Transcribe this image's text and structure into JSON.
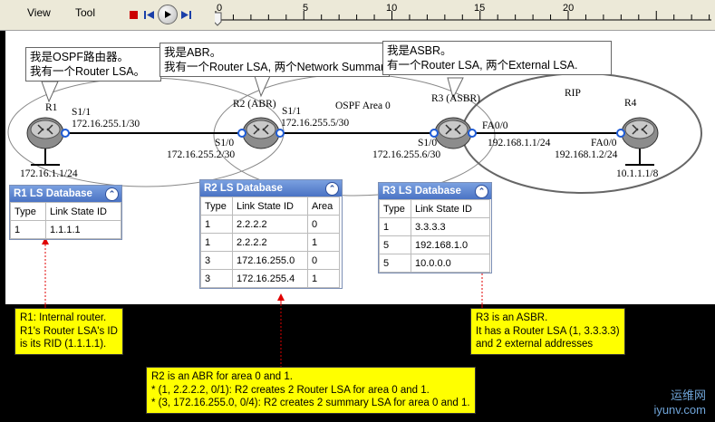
{
  "menu": {
    "view_label": "View",
    "tool_label": "Tool"
  },
  "timeline": {
    "ticks": [
      "0",
      "5",
      "10",
      "15",
      "20"
    ]
  },
  "bubbles": {
    "r1": {
      "line1": "我是OSPF路由器。",
      "line2": "我有一个Router LSA。"
    },
    "r2": {
      "line1": "我是ABR。",
      "line2": "我有一个Router LSA, 两个Network Summary LSA"
    },
    "r3": {
      "line1": "我是ASBR。",
      "line2": "有一个Router LSA, 两个External LSA."
    }
  },
  "routers": {
    "r1": "R1",
    "r2": "R2 (ABR)",
    "r3": "R3 (ASBR)",
    "r4": "R4"
  },
  "areas": {
    "ospf": "OSPF Area 0",
    "rip": "RIP"
  },
  "interfaces": {
    "r1_s11": "S1/1",
    "r1_ip": "172.16.255.1/30",
    "r2_s11": "S1/1",
    "r2_s11_ip": "172.16.255.5/30",
    "r2_s10": "S1/0",
    "r2_s10_ip": "172.16.255.2/30",
    "r3_s10": "S1/0",
    "r3_s10_ip": "172.16.255.6/30",
    "r3_fa": "FA0/0",
    "r3_fa_ip": "192.168.1.1/24",
    "r4_fa": "FA0/0",
    "r4_fa_ip": "192.168.1.2/24",
    "r1_lan": "172.16.1.1/24",
    "r4_lan": "10.1.1.1/8"
  },
  "db_r1": {
    "title": "R1 LS Database",
    "headers": [
      "Type",
      "Link State ID"
    ],
    "rows": [
      [
        "1",
        "1.1.1.1"
      ]
    ]
  },
  "db_r2": {
    "title": "R2 LS Database",
    "headers": [
      "Type",
      "Link State ID",
      "Area"
    ],
    "rows": [
      [
        "1",
        "2.2.2.2",
        "0"
      ],
      [
        "1",
        "2.2.2.2",
        "1"
      ],
      [
        "3",
        "172.16.255.0",
        "0"
      ],
      [
        "3",
        "172.16.255.4",
        "1"
      ]
    ]
  },
  "db_r3": {
    "title": "R3 LS Database",
    "headers": [
      "Type",
      "Link State ID"
    ],
    "rows": [
      [
        "1",
        "3.3.3.3"
      ],
      [
        "5",
        "192.168.1.0"
      ],
      [
        "5",
        "10.0.0.0"
      ]
    ]
  },
  "notes": {
    "r1": [
      "R1: Internal router.",
      "R1's Router LSA's ID",
      "is its RID (1.1.1.1)."
    ],
    "r3": [
      "R3 is an ASBR.",
      "It has a Router LSA (1, 3.3.3.3)",
      "and 2 external addresses"
    ],
    "r2": [
      "R2 is an ABR for area 0 and 1.",
      "* (1, 2.2.2.2, 0/1): R2 creates 2 Router LSA for area 0 and 1.",
      "* (3, 172.16.255.0, 0/4): R2 creates 2 summary LSA for area 0 and 1."
    ]
  },
  "watermark": {
    "cn": "运维网",
    "en": "iyunv.com"
  },
  "colors": {
    "note_bg": "#ffff00",
    "db_header": "#4a73c4",
    "arrow": "#e00000",
    "port": "#1e5bd6"
  }
}
